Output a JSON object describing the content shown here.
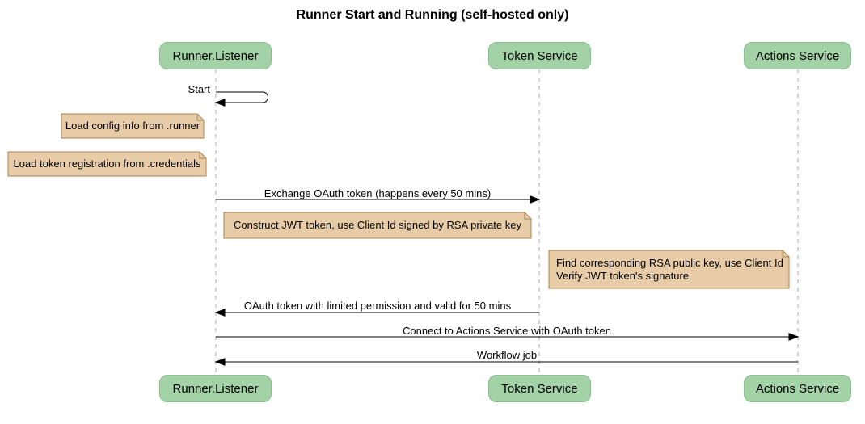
{
  "title": "Runner Start and Running (self-hosted only)",
  "participants": [
    {
      "name": "Runner.Listener"
    },
    {
      "name": "Token Service"
    },
    {
      "name": "Actions Service"
    }
  ],
  "messages": [
    {
      "label": "Start",
      "from": "Runner.Listener",
      "to": "Runner.Listener",
      "kind": "self"
    },
    {
      "label": "Exchange OAuth token (happens every 50 mins)",
      "from": "Runner.Listener",
      "to": "Token Service",
      "kind": "solid-arrow"
    },
    {
      "label": "OAuth token with limited permission and valid for 50 mins",
      "from": "Token Service",
      "to": "Runner.Listener",
      "kind": "solid-arrow"
    },
    {
      "label": "Connect to Actions Service with OAuth token",
      "from": "Runner.Listener",
      "to": "Actions Service",
      "kind": "solid-arrow"
    },
    {
      "label": "Workflow job",
      "from": "Actions Service",
      "to": "Runner.Listener",
      "kind": "solid-arrow"
    }
  ],
  "notes": [
    {
      "lines": [
        "Load config info from .runner"
      ]
    },
    {
      "lines": [
        "Load token registration from .credentials"
      ]
    },
    {
      "lines": [
        "Construct JWT token, use Client Id signed by RSA private key"
      ]
    },
    {
      "lines": [
        "Find corresponding RSA public key, use Client Id",
        "Verify JWT token's signature"
      ]
    }
  ],
  "colors": {
    "participant_fill": "#A3D2A6",
    "participant_border": "#8CBD92",
    "note_fill": "#E8CCA8",
    "note_border": "#A9824F",
    "lifeline": "#AAAAAA",
    "arrow": "#000000",
    "bg": "#FFFFFF",
    "text": "#000000"
  }
}
